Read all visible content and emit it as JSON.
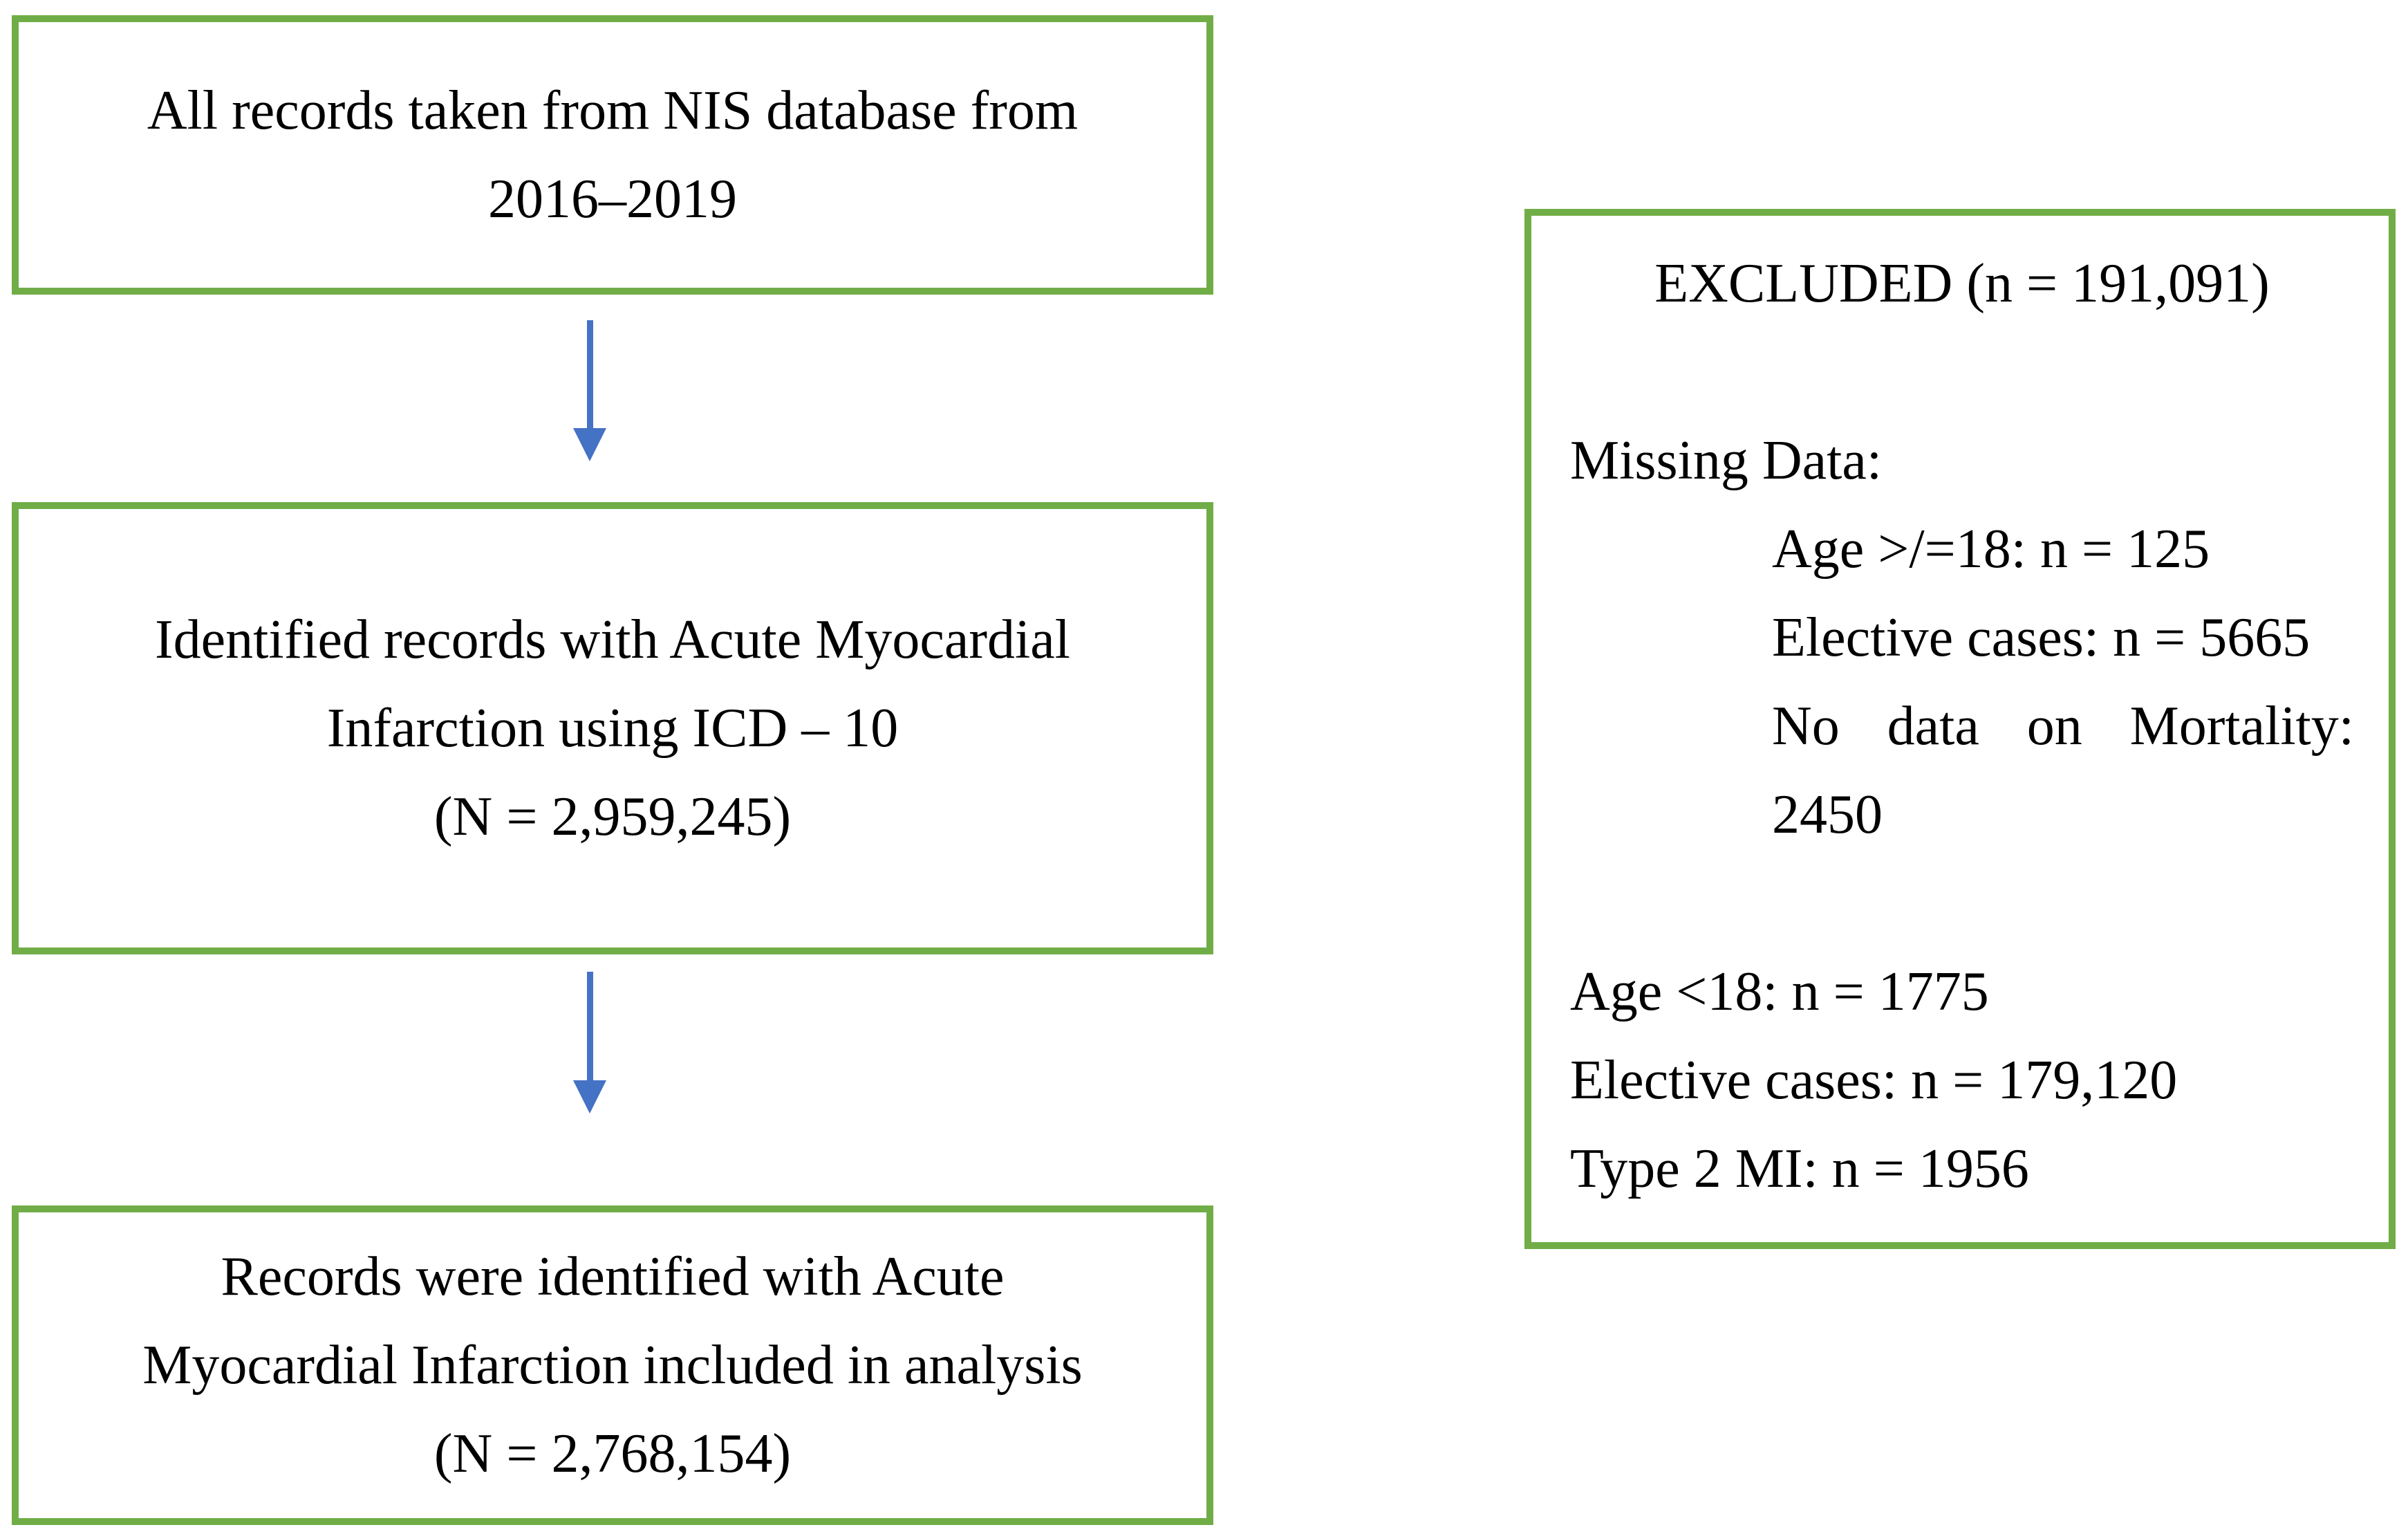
{
  "colors": {
    "box_border_green": "#70AD47",
    "arrow_blue": "#4472C4",
    "text": "#000000",
    "background": "#FFFFFF"
  },
  "boxes": {
    "box1": {
      "line1": "All records taken from NIS database from",
      "line2": "2016–2019"
    },
    "box2": {
      "line1": "Identified records with Acute Myocardial",
      "line2": "Infarction using ICD – 10",
      "line3": "(N = 2,959,245)"
    },
    "box3": {
      "line1": "Records were identified with Acute",
      "line2": "Myocardial Infarction included in analysis",
      "line3": "(N = 2,768,154)"
    },
    "excluded": {
      "title": "EXCLUDED (n = 191,091)",
      "missing_label": "Missing Data:",
      "missing_item1": "Age >/=18: n = 125",
      "missing_item2": "Elective cases: n = 5665",
      "missing_item3_line1": "No data on Mortality:",
      "missing_item3_line2": "2450",
      "exclusion1": "Age <18: n = 1775",
      "exclusion2": "Elective cases: n = 179,120",
      "exclusion3": "Type 2 MI: n = 1956"
    }
  }
}
